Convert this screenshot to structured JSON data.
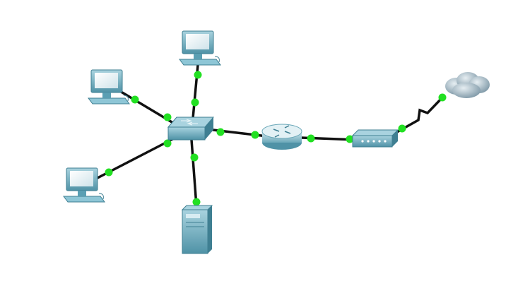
{
  "diagram": {
    "kind": "network-topology",
    "colors": {
      "background": "#ffffff",
      "link": "#111111",
      "link_status_up": "#22e022",
      "device_body": "#5a9fb3",
      "device_light": "#8ec6d6",
      "device_dark": "#3f7f92",
      "cloud": "#9fb6c4"
    },
    "devices": [
      {
        "id": "pc-top",
        "type": "pc",
        "icon": "desktop-pc-icon",
        "label": ""
      },
      {
        "id": "pc-upper-left",
        "type": "pc",
        "icon": "desktop-pc-icon",
        "label": ""
      },
      {
        "id": "pc-lower-left",
        "type": "pc",
        "icon": "desktop-pc-icon",
        "label": ""
      },
      {
        "id": "switch",
        "type": "switch",
        "icon": "switch-icon",
        "label": ""
      },
      {
        "id": "server",
        "type": "server",
        "icon": "server-icon",
        "label": ""
      },
      {
        "id": "router",
        "type": "router",
        "icon": "router-icon",
        "label": ""
      },
      {
        "id": "modem",
        "type": "modem",
        "icon": "cable-modem-icon",
        "label": ""
      },
      {
        "id": "internet-cloud",
        "type": "cloud",
        "icon": "cloud-icon",
        "label": ""
      }
    ],
    "links": [
      {
        "from": "switch",
        "to": "pc-top",
        "medium": "copper-straight-through",
        "status": "up"
      },
      {
        "from": "switch",
        "to": "pc-upper-left",
        "medium": "copper-straight-through",
        "status": "up"
      },
      {
        "from": "switch",
        "to": "pc-lower-left",
        "medium": "copper-straight-through",
        "status": "up"
      },
      {
        "from": "switch",
        "to": "server",
        "medium": "copper-straight-through",
        "status": "up"
      },
      {
        "from": "switch",
        "to": "router",
        "medium": "copper-straight-through",
        "status": "up"
      },
      {
        "from": "router",
        "to": "modem",
        "medium": "copper-straight-through",
        "status": "up"
      },
      {
        "from": "modem",
        "to": "internet-cloud",
        "medium": "serial",
        "status": "up"
      }
    ]
  }
}
